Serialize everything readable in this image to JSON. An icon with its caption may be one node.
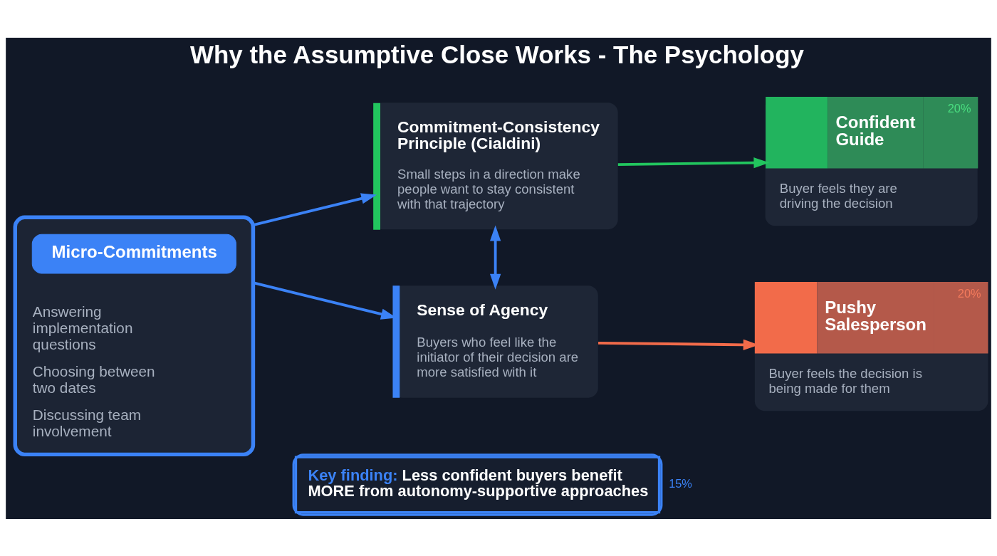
{
  "diagram": {
    "title": "Why the Assumptive Close Works - The Psychology",
    "nodes": [
      {
        "text": [
          "Answering implementation questions",
          "Choosing between two dates",
          "Discussing team involvement"
        ]
      },
      {
        "text": [
          "Micro-Commitments"
        ],
        "in": 0
      },
      {
        "text": [
          "Commitment-Consistency Principle (Cialdini)",
          "Small steps in a direction make people want to stay consistent with that trajectory"
        ]
      },
      {
        "text": [
          "Sense of Agency",
          "Buyers who feel like the initiator of their decision are more satisfied with it"
        ]
      },
      {
        "text": [
          "Confident Guide",
          "20%",
          "Buyer feels they are driving the decision"
        ]
      },
      {
        "text": [
          "Pushy Salesperson",
          "20%",
          "Buyer feels the decision is being made for them"
        ]
      },
      {
        "text": [
          "Key finding:",
          "Less confident buyers benefit MORE from autonomy-supportive approaches"
        ],
        "beside": [
          "15%"
        ]
      }
    ],
    "edges": [
      {
        "from": 0,
        "to": 2,
        "arrow": "to"
      },
      {
        "from": 0,
        "to": 3,
        "arrow": "to"
      },
      {
        "from": 2,
        "to": 3,
        "arrow": "both"
      },
      {
        "from": 2,
        "to": 4,
        "arrow": "to",
        "color": "#22c55e"
      },
      {
        "from": 3,
        "to": 5,
        "arrow": "to",
        "color": "#f26b4a"
      }
    ]
  }
}
